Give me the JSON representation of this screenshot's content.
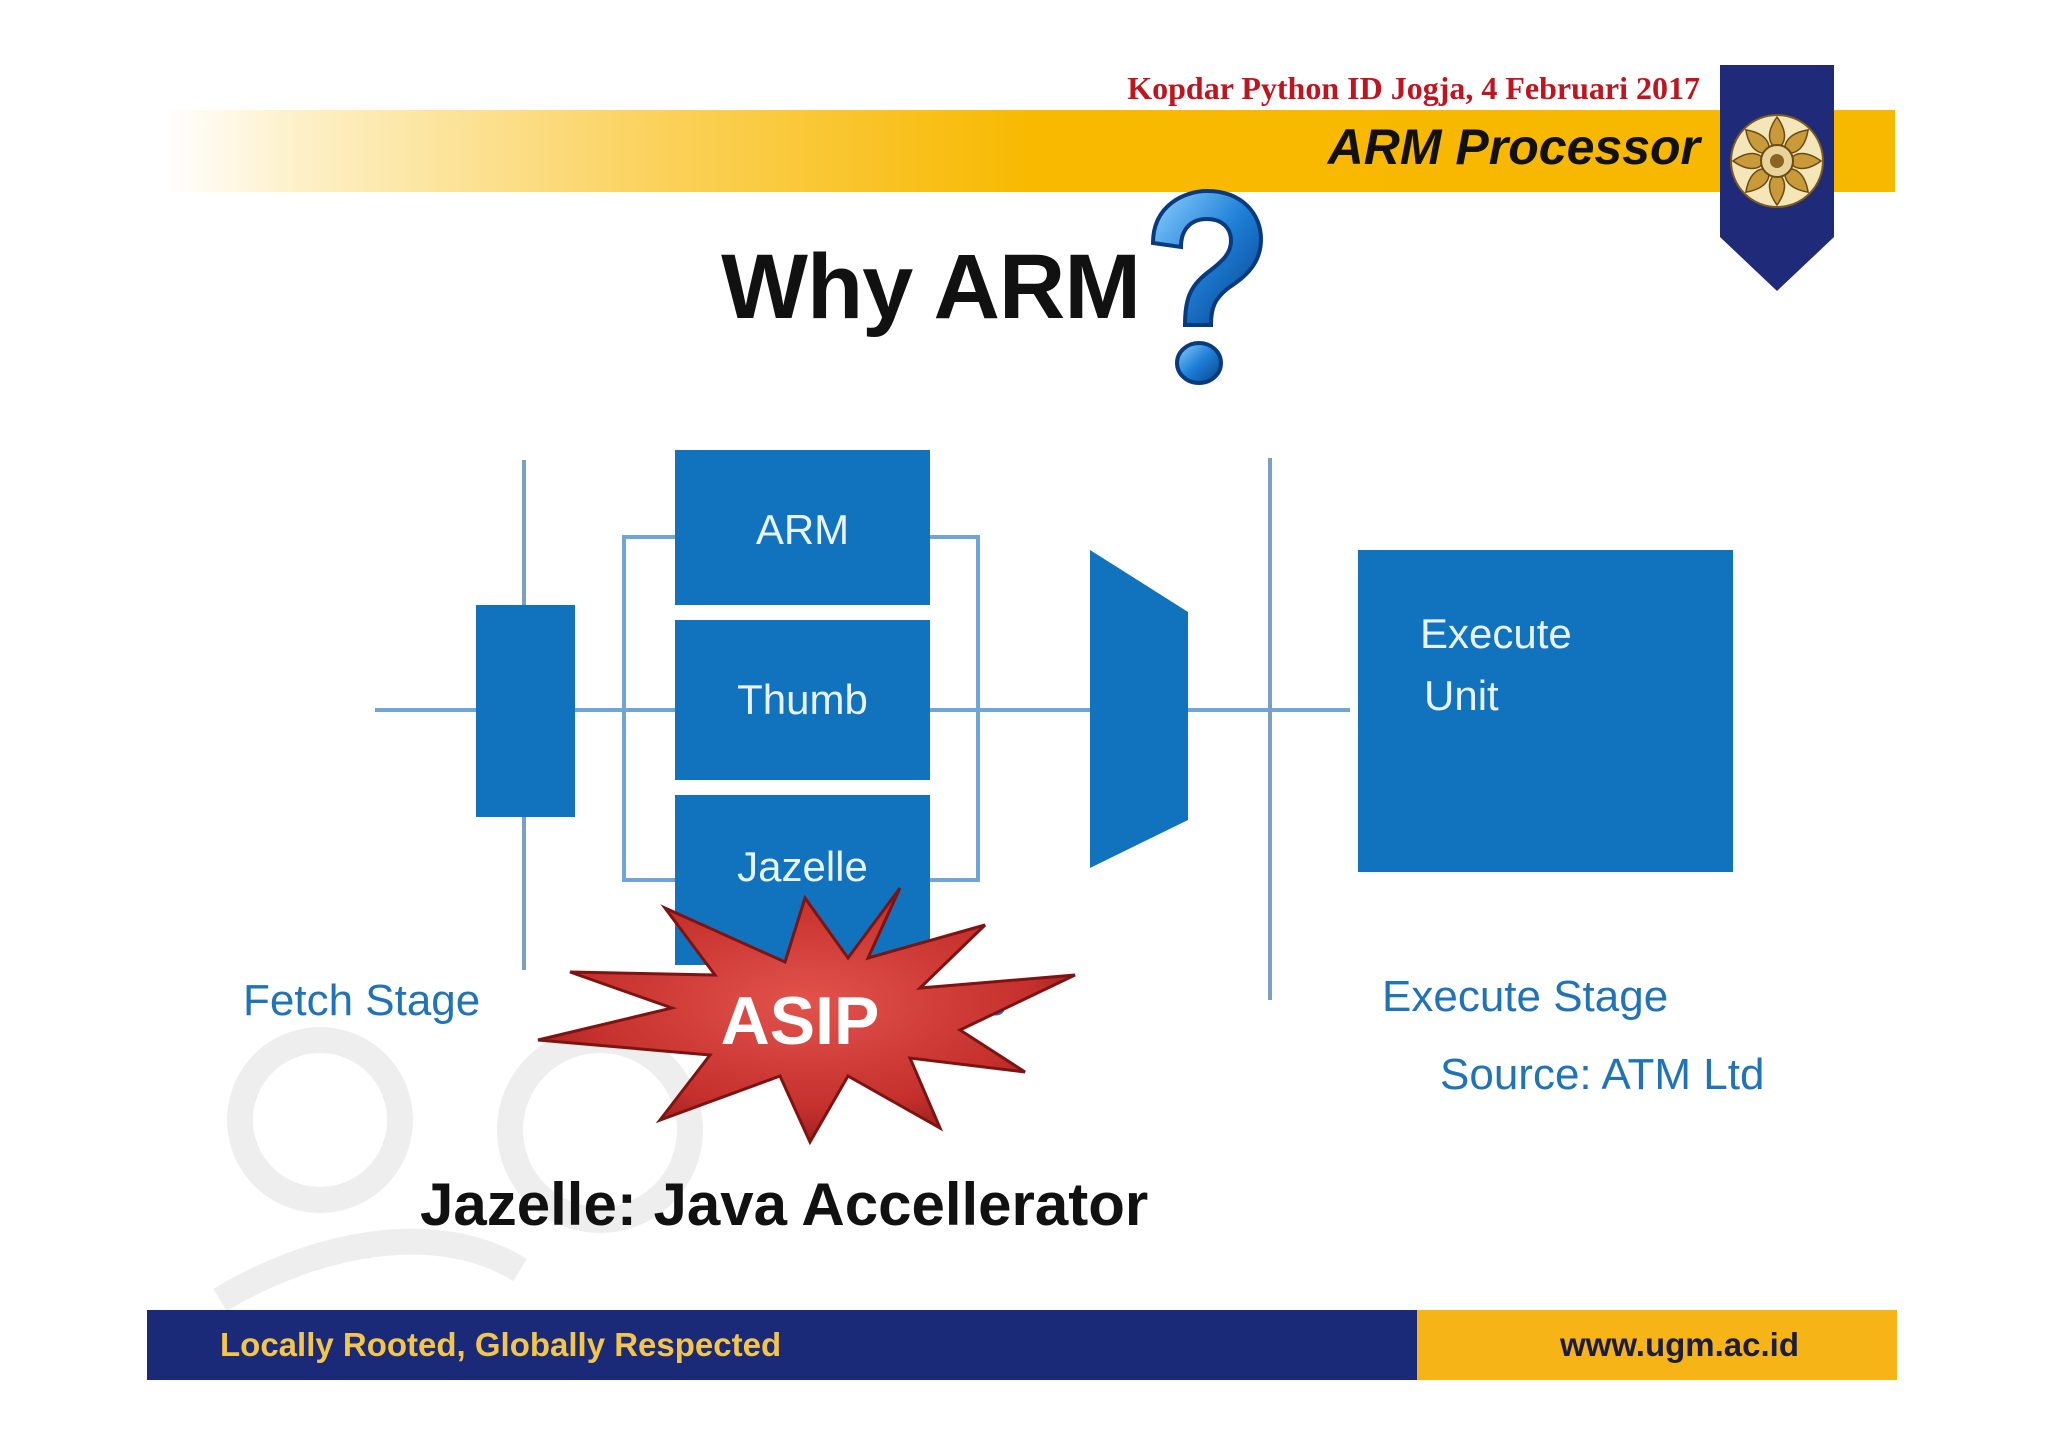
{
  "header": {
    "event": "Kopdar Python ID Jogja, 4 Februari 2017",
    "subject": "ARM Processor"
  },
  "slide": {
    "title": "Why ARM"
  },
  "diagram": {
    "decoders": [
      "ARM",
      "Thumb",
      "Jazelle"
    ],
    "execute_unit": [
      "Execute",
      "Unit"
    ],
    "fetch_label": "Fetch Stage",
    "decode_label_partial": "ge",
    "execute_label": "Execute Stage",
    "source": "Source: ATM Ltd",
    "box_color": "#1173bd",
    "line_color": "#6fa6d6"
  },
  "starburst": {
    "label": "ASIP",
    "color": "#c5302d"
  },
  "caption": "Jazelle: Java Accellerator",
  "footer": {
    "motto": "Locally Rooted, Globally Respected",
    "url": "www.ugm.ac.id",
    "navy": "#1a2a78",
    "gold": "#f6b417"
  }
}
